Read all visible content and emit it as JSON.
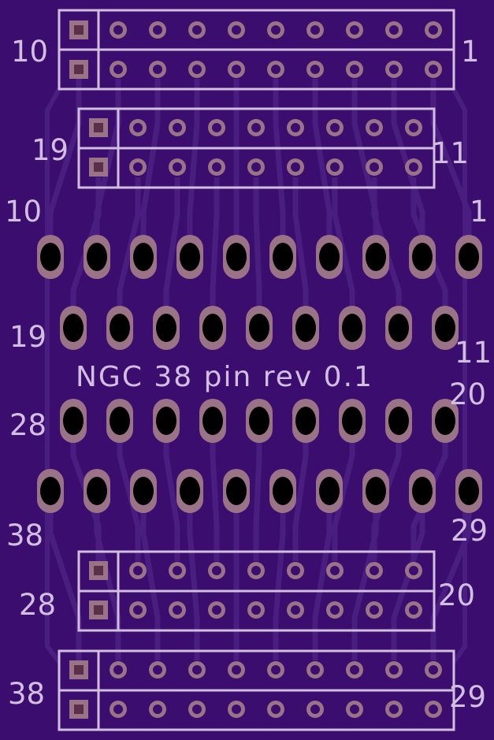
{
  "board": {
    "title": "NGC 38 pin rev 0.1",
    "colors": {
      "substrate": "#3b0d6e",
      "trace": "#4a1d80",
      "silkscreen": "#d2bfe0",
      "copper_pad": "#9b7386",
      "drill": "#000000"
    }
  },
  "headers": {
    "top_outer": {
      "left_label": "10",
      "right_label": "1",
      "pins": 20
    },
    "top_inner": {
      "left_label": "19",
      "right_label": "11",
      "pins": 18
    },
    "bottom_inner": {
      "left_label": "28",
      "right_label": "20",
      "pins": 18
    },
    "bottom_outer": {
      "left_label": "38",
      "right_label": "29",
      "pins": 20
    }
  },
  "connector": {
    "row1": {
      "left_label": "10",
      "right_label": "1",
      "pads": 10
    },
    "row2": {
      "left_label": "19",
      "right_label": "11",
      "pads": 9
    },
    "row3": {
      "left_label": "28",
      "right_label": "20",
      "pads": 9
    },
    "row4": {
      "left_label": "38",
      "right_label": "29",
      "pads": 10
    }
  }
}
